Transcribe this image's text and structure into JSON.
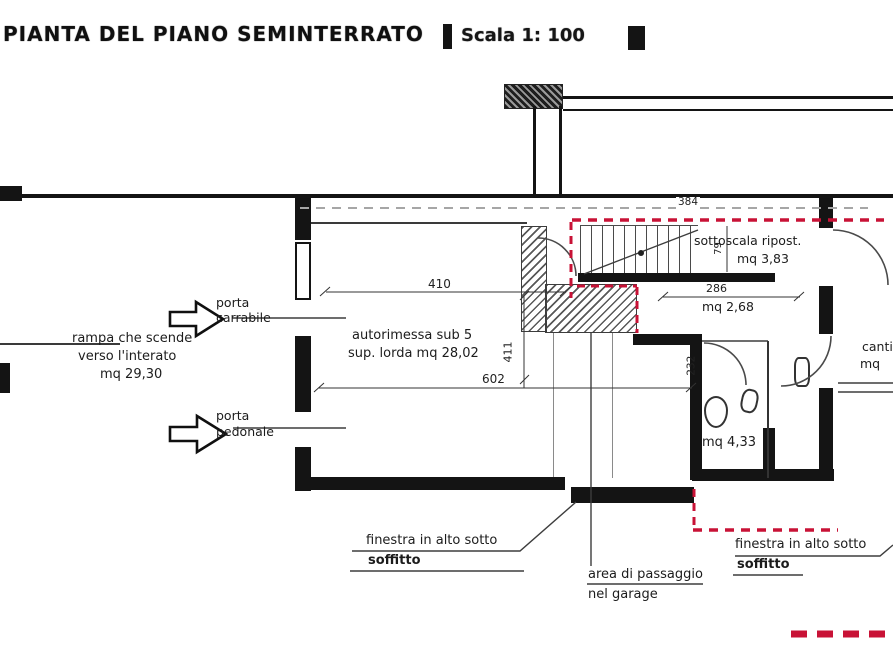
{
  "header": {
    "title": "PIANTA DEL PIANO SEMINTERRATO",
    "scale": "Scala 1: 100"
  },
  "ramp": {
    "line1": "rampa che scende",
    "line2": "verso l'interato",
    "line3": "mq 29,30"
  },
  "doors": {
    "carrabile": {
      "line1": "porta",
      "line2": "carrabile"
    },
    "pedonale": {
      "line1": "porta",
      "line2": "pedonale"
    }
  },
  "garage": {
    "line1": "autorimessa sub 5",
    "line2": "sup. lorda mq 28,02"
  },
  "sottoscala": {
    "line1": "sottoscala ripost.",
    "line2": "mq 3,83"
  },
  "rooms": {
    "disimpegno_mq": "mq 2,68",
    "bagno_mq": "mq 4,33",
    "cantina": {
      "line1": "cantina",
      "line2": "mq"
    }
  },
  "windows": {
    "left": {
      "line1": "finestra in alto sotto",
      "line2": "soffitto"
    },
    "right": {
      "line1": "finestra in alto sotto",
      "line2": "soffitto"
    }
  },
  "passage": {
    "line1": "area di passaggio",
    "line2": "nel garage"
  },
  "dimensions": {
    "top_right": "384",
    "garage_width": "410",
    "garage_total_width": "602",
    "garage_depth": "411",
    "disimpegno_width": "286",
    "bagno_depth": "232",
    "stair_width": "79"
  },
  "colors": {
    "wall": "#141414",
    "boundary_red": "#c81236",
    "dashed_gray": "#a0a0a0"
  }
}
